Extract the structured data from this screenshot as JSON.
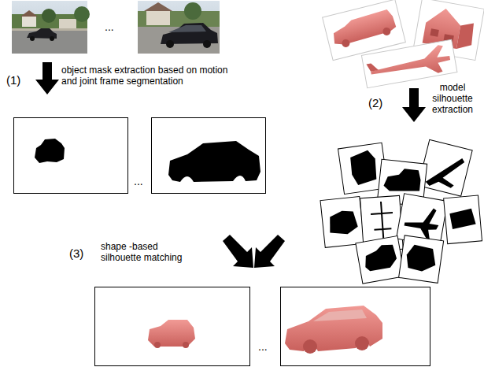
{
  "diagram": {
    "labels": [
      "...",
      "(1)",
      "object mask extraction based on motion and joint frame segmentation",
      "(2)",
      "model silhouette extraction",
      "...",
      "(3)",
      "shape -based silhouette matching",
      "..."
    ]
  }
}
